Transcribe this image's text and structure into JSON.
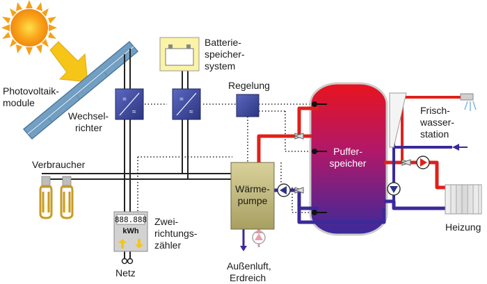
{
  "labels": {
    "pv_line1": "Photovoltaik-",
    "pv_line2": "module",
    "inverter_line1": "Wechsel-",
    "inverter_line2": "richter",
    "battery_line1": "Batterie-",
    "battery_line2": "speicher-",
    "battery_line3": "system",
    "control": "Regelung",
    "consumers": "Verbraucher",
    "heatpump_line1": "Wärme-",
    "heatpump_line2": "pumpe",
    "meter_line1": "Zwei-",
    "meter_line2": "richtungs-",
    "meter_line3": "zähler",
    "grid": "Netz",
    "air_line1": "Außenluft,",
    "air_line2": "Erdreich",
    "buffer_line1": "Puffer-",
    "buffer_line2": "speicher",
    "freshwater_line1": "Frisch-",
    "freshwater_line2": "wasser-",
    "freshwater_line3": "station",
    "heating": "Heizung"
  },
  "meter": {
    "display": "888.888",
    "unit": "kWh"
  },
  "colors": {
    "hot_pipe": "#e0201b",
    "cold_pipe": "#3a2a9a",
    "inverter_fill": "#3b4aa0",
    "heatpump_fill": "#bdb47a",
    "sun": "#f7a21b",
    "arrow": "#f5c518",
    "panel": "#7fa8c8"
  }
}
